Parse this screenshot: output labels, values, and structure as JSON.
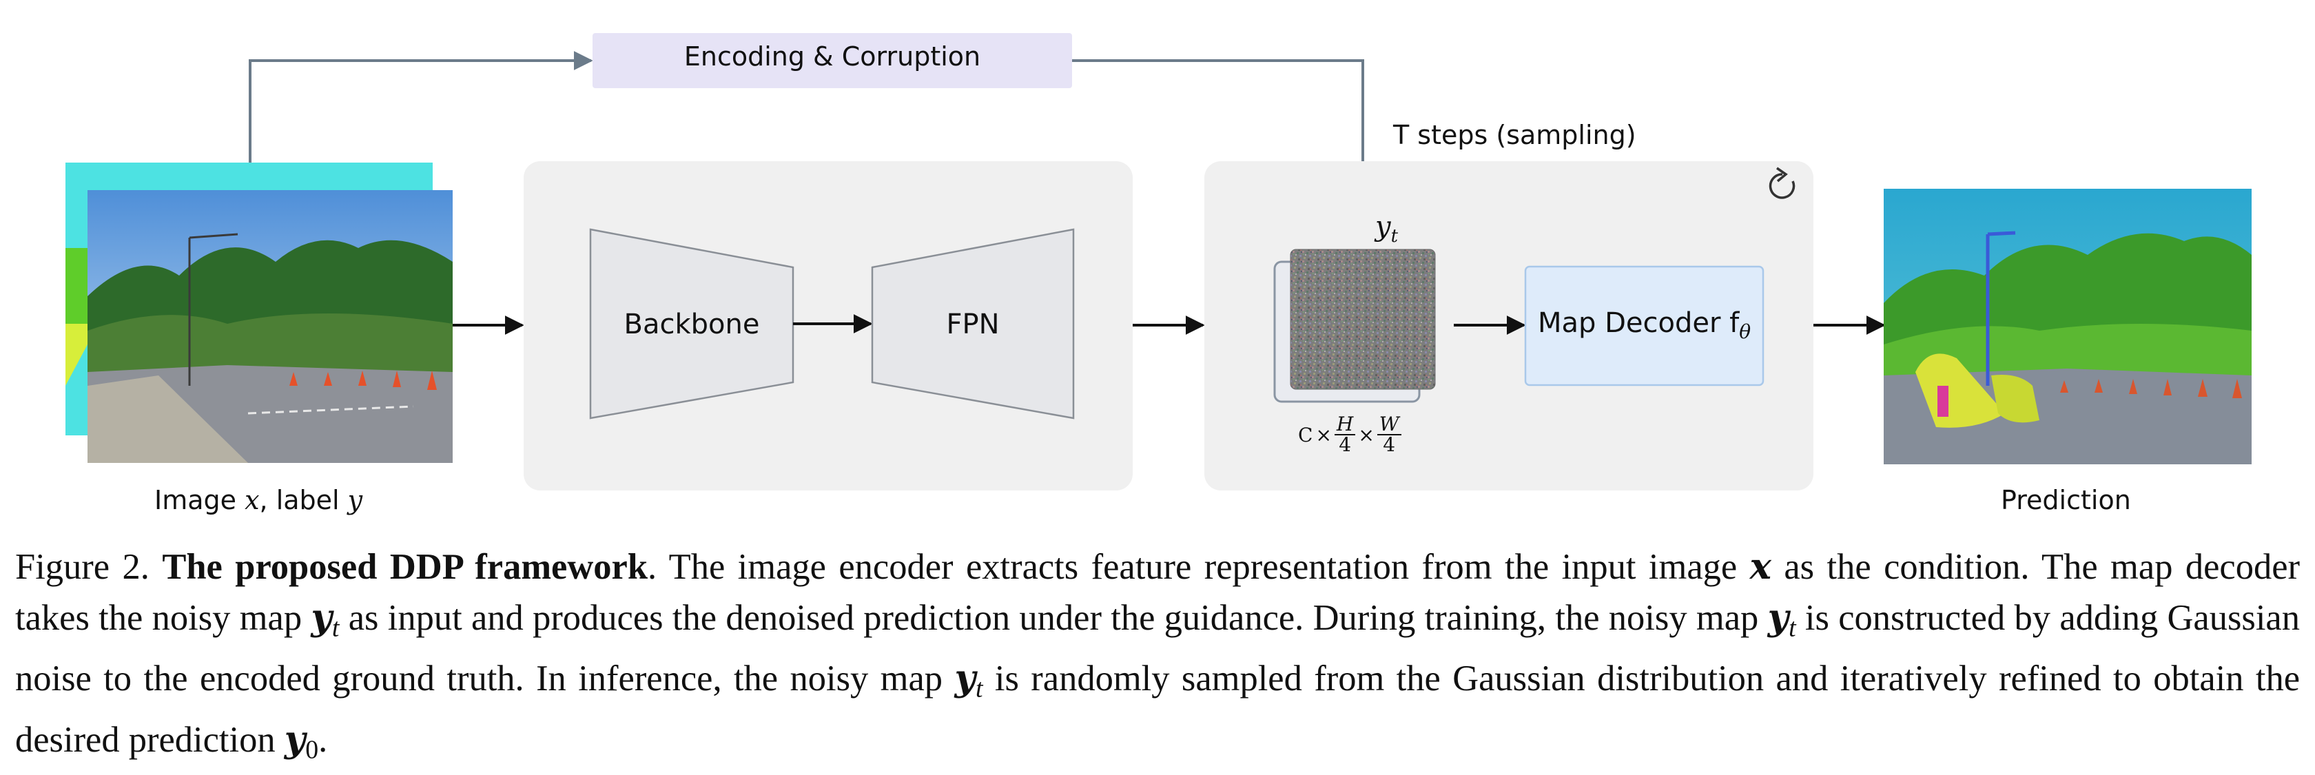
{
  "figure": {
    "encoding_label": "Encoding & Corruption",
    "t_steps_label": "T steps (sampling)",
    "backbone_label": "Backbone",
    "fpn_label": "FPN",
    "map_decoder_label": "Map Decoder f",
    "map_decoder_subscript": "θ",
    "yt_label": "y",
    "yt_subscript": "t",
    "shape_c": "C",
    "shape_h": "H",
    "shape_w": "W",
    "shape_div": "4",
    "times": "×",
    "input_label_prefix": "Image ",
    "input_label_x": "x",
    "input_label_mid": ", label ",
    "input_label_y": "y",
    "prediction_label": "Prediction",
    "refresh_icon": "refresh-icon",
    "colors": {
      "encoding_box": "#e6e3f6",
      "panel": "#f0f0f0",
      "trapezoid": "#e6e7ea",
      "decoder_box": "#deebfa",
      "decoder_border": "#a9c8ea",
      "arrow_gray": "#6b7b8a",
      "label_bg_cyan": "#4de2e2",
      "label_bg_green": "#5fcd2a",
      "label_bg_yellow": "#d7ee3a"
    }
  },
  "caption": {
    "fig_num": "Figure 2.",
    "title": "The proposed DDP framework",
    "s1": ". The image encoder extracts feature representation from the input image ",
    "x": "x",
    "s2": " as the condition. The map decoder takes the noisy map ",
    "y": "y",
    "t": "t",
    "s3": " as input and produces the denoised prediction under the guidance. During training, the noisy map ",
    "s4": " is constructed by adding Gaussian noise to the encoded ground truth. In inference, the noisy map ",
    "s5": " is randomly sampled from the Gaussian distribution and iteratively refined to obtain the desired prediction ",
    "zero": "0",
    "end": "."
  }
}
